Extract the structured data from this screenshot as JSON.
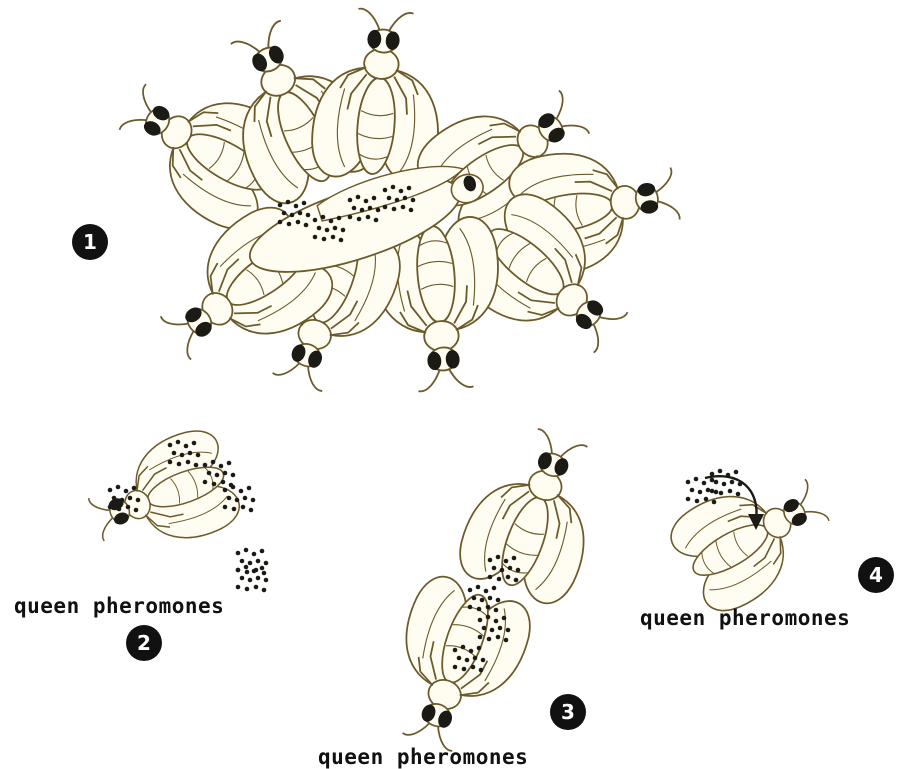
{
  "diagram": {
    "line_color": "#6b5a2a",
    "fill_color": "#fffdf2",
    "dark_color": "#1b1a14",
    "groups": [
      {
        "number": "1",
        "label": ""
      },
      {
        "number": "2",
        "label": "queen pheromones"
      },
      {
        "number": "3",
        "label": "queen pheromones"
      },
      {
        "number": "4",
        "label": "queen pheromones"
      }
    ]
  }
}
